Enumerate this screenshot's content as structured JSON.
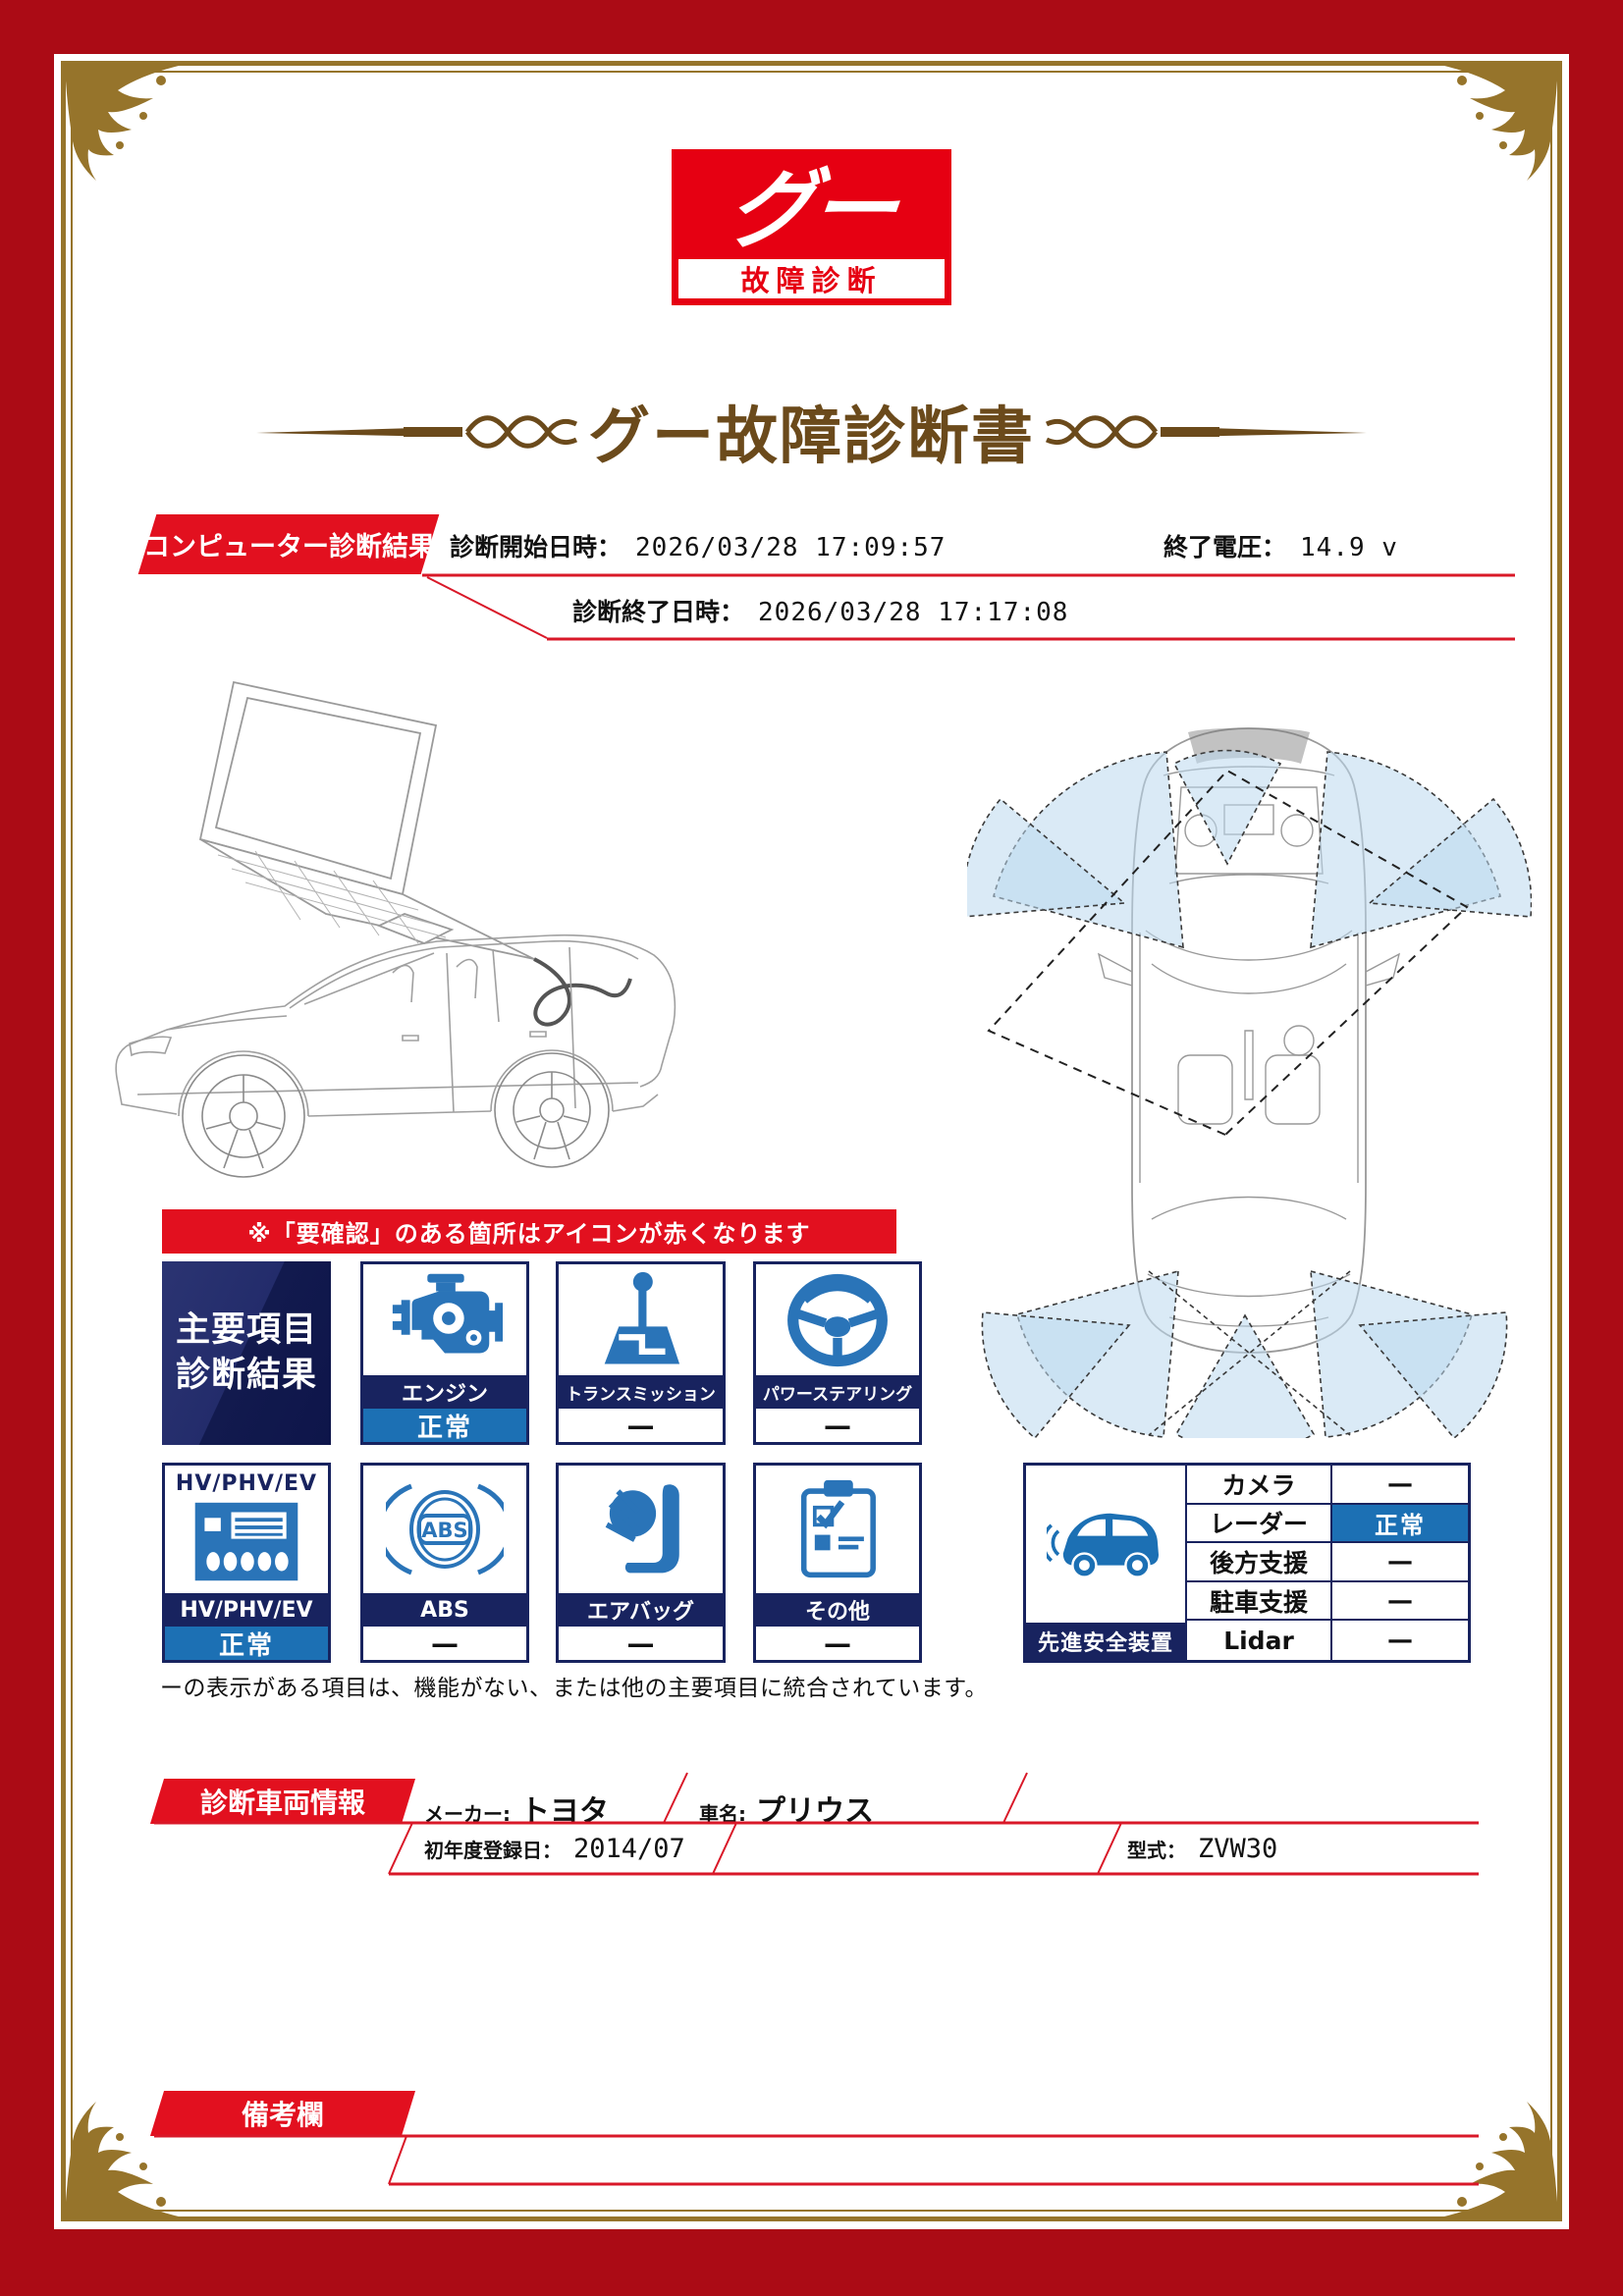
{
  "logo": {
    "main": "グー",
    "sub": "故障診断"
  },
  "title": "グー故障診断書",
  "computer_diagnosis": {
    "section_label": "コンピューター診断結果",
    "start_label": "診断開始日時：",
    "start_value": "2026/03/28 17:09:57",
    "voltage_label": "終了電圧：",
    "voltage_value": "14.9 v",
    "end_label": "診断終了日時：",
    "end_value": "2026/03/28 17:17:08"
  },
  "notice_banner": "※「要確認」のある箇所はアイコンが赤くなります",
  "main_results": {
    "header_line1": "主要項目",
    "header_line2": "診断結果",
    "items": [
      {
        "label": "エンジン",
        "status": "正常",
        "status_type": "normal",
        "icon": "engine-icon"
      },
      {
        "label": "トランスミッション",
        "status": "—",
        "status_type": "none",
        "icon": "transmission-icon"
      },
      {
        "label": "パワーステアリング",
        "status": "—",
        "status_type": "none",
        "icon": "power-steering-icon"
      },
      {
        "label": "HV/PHV/EV",
        "header": "HV/PHV/EV",
        "status": "正常",
        "status_type": "normal",
        "icon": "hv-phv-ev-icon"
      },
      {
        "label": "ABS",
        "status": "—",
        "status_type": "none",
        "icon": "abs-icon"
      },
      {
        "label": "エアバッグ",
        "status": "—",
        "status_type": "none",
        "icon": "airbag-icon"
      },
      {
        "label": "その他",
        "status": "—",
        "status_type": "none",
        "icon": "other-clipboard-icon"
      }
    ],
    "footnote": "ーの表示がある項目は、機能がない、または他の主要項目に統合されています。"
  },
  "safety_table": {
    "caption": "先進安全装置",
    "rows": [
      {
        "label": "カメラ",
        "status": "—",
        "status_type": "none"
      },
      {
        "label": "レーダー",
        "status": "正常",
        "status_type": "normal"
      },
      {
        "label": "後方支援",
        "status": "—",
        "status_type": "none"
      },
      {
        "label": "駐車支援",
        "status": "—",
        "status_type": "none"
      },
      {
        "label": "Lidar",
        "status": "—",
        "status_type": "none"
      }
    ]
  },
  "vehicle_info": {
    "section_label": "診断車両情報",
    "maker_label": "メーカー:",
    "maker_value": "トヨタ",
    "name_label": "車名:",
    "name_value": "プリウス",
    "first_reg_label": "初年度登録日：",
    "first_reg_value": "2014/07",
    "model_label": "型式：",
    "model_value": "ZVW30"
  },
  "remarks": {
    "section_label": "備考欄"
  },
  "colors": {
    "border_maroon": "#ab0b15",
    "frame_gold": "#96742b",
    "brand_red": "#e60012",
    "ribbon_red": "#e2101f",
    "navy": "#18235f",
    "status_blue": "#1c70b4",
    "icon_blue": "#2a74b8",
    "title_brown": "#6b4a1b",
    "sensor_fill": "#bcd8ee"
  }
}
